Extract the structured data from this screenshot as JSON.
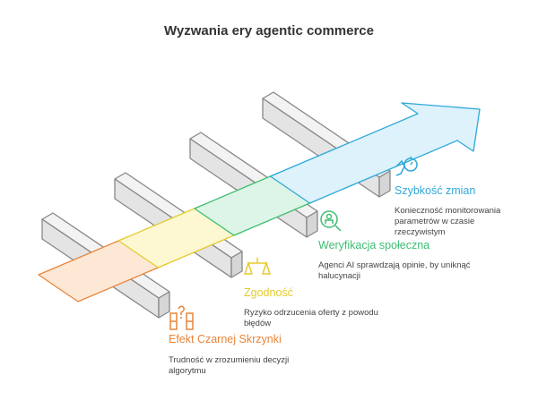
{
  "title": "Wyzwania ery agentic commerce",
  "steps": [
    {
      "label": "Efekt Czarnej Skrzynki",
      "description": "Trudność w zrozumieniu decyzji algorytmu",
      "color": "#E8853A",
      "fill": "#FDE8D6",
      "icon": "black-box-question-icon"
    },
    {
      "label": "Zgodność",
      "description": "Ryzyko odrzucenia oferty z powodu błędów",
      "color": "#E6CB2E",
      "fill": "#FDF8D2",
      "icon": "scales-icon"
    },
    {
      "label": "Weryfikacja społeczna",
      "description": "Agenci AI sprawdzają opinie, by uniknąć halucynacji",
      "color": "#3DBE72",
      "fill": "#DDF5E6",
      "icon": "search-person-icon"
    },
    {
      "label": "Szybkość zmian",
      "description": "Konieczność monitorowania parametrów w czasie rzeczywistym",
      "color": "#2FA8D9",
      "fill": "#DDF2FB",
      "icon": "stopwatch-hand-icon"
    }
  ]
}
